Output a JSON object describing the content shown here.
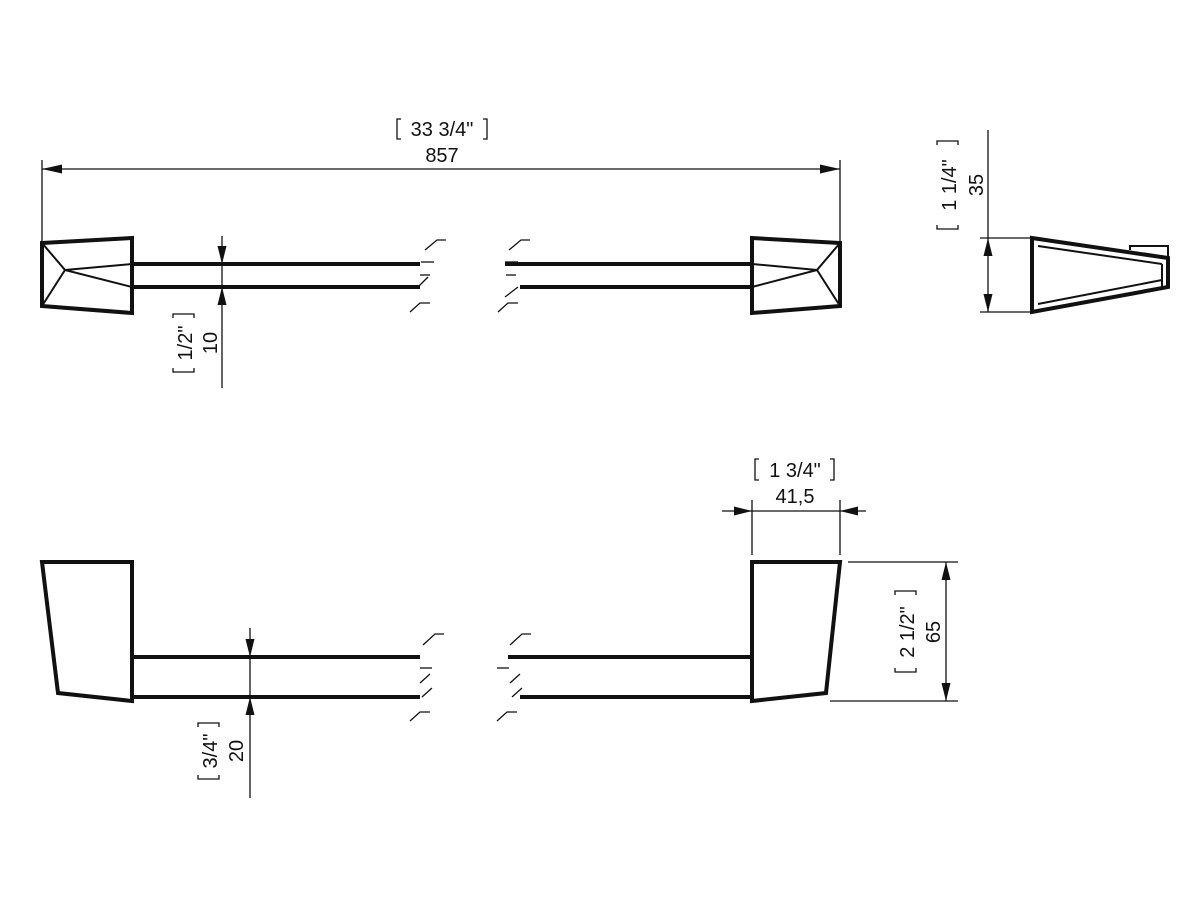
{
  "colors": {
    "line": "#111111",
    "background": "#ffffff"
  },
  "dimensions": {
    "overall_length": {
      "imperial": "33 3/4\"",
      "metric": "857"
    },
    "rod_thickness": {
      "imperial": "1/2\"",
      "metric": "10"
    },
    "bracket_depth": {
      "imperial": "1 1/4\"",
      "metric": "35"
    },
    "bracket_width": {
      "imperial": "1 3/4\"",
      "metric": "41,5"
    },
    "bracket_height": {
      "imperial": "2 1/2\"",
      "metric": "65"
    },
    "bar_height": {
      "imperial": "3/4\"",
      "metric": "20"
    }
  }
}
